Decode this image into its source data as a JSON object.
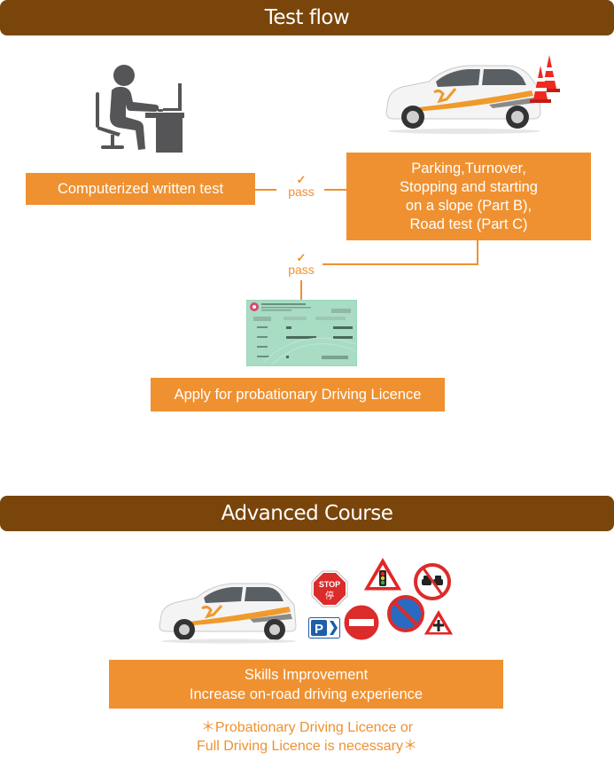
{
  "sections": {
    "test_flow": {
      "title": "Test flow"
    },
    "advanced_course": {
      "title": "Advanced Course"
    }
  },
  "colors": {
    "header_bg": "#7a450b",
    "accent_orange": "#ef9130",
    "text_white": "#ffffff"
  },
  "flow": {
    "step1": {
      "label": "Computerized written test",
      "icon": "person-at-computer-icon"
    },
    "step2": {
      "lines": [
        "Parking,Turnover,",
        "Stopping and starting",
        "on a slope (Part B),",
        "Road test (Part C)"
      ],
      "icon": "driving-car-with-cones-icon"
    },
    "pass_label_1": {
      "check": "✓",
      "text": "pass"
    },
    "pass_label_2": {
      "check": "✓",
      "text": "pass"
    },
    "step3": {
      "label": "Apply for probationary Driving Licence",
      "icon": "driving-licence-card-icon"
    }
  },
  "advanced": {
    "box_lines": [
      "Skills Improvement",
      "Increase on-road driving experience"
    ],
    "note_lines": [
      "＊Probationary Driving Licence or",
      "Full Driving Licence is necessary＊"
    ],
    "signs": {
      "stop": {
        "text": "STOP",
        "chinese": "停"
      },
      "parking": {
        "text": "P"
      }
    }
  }
}
